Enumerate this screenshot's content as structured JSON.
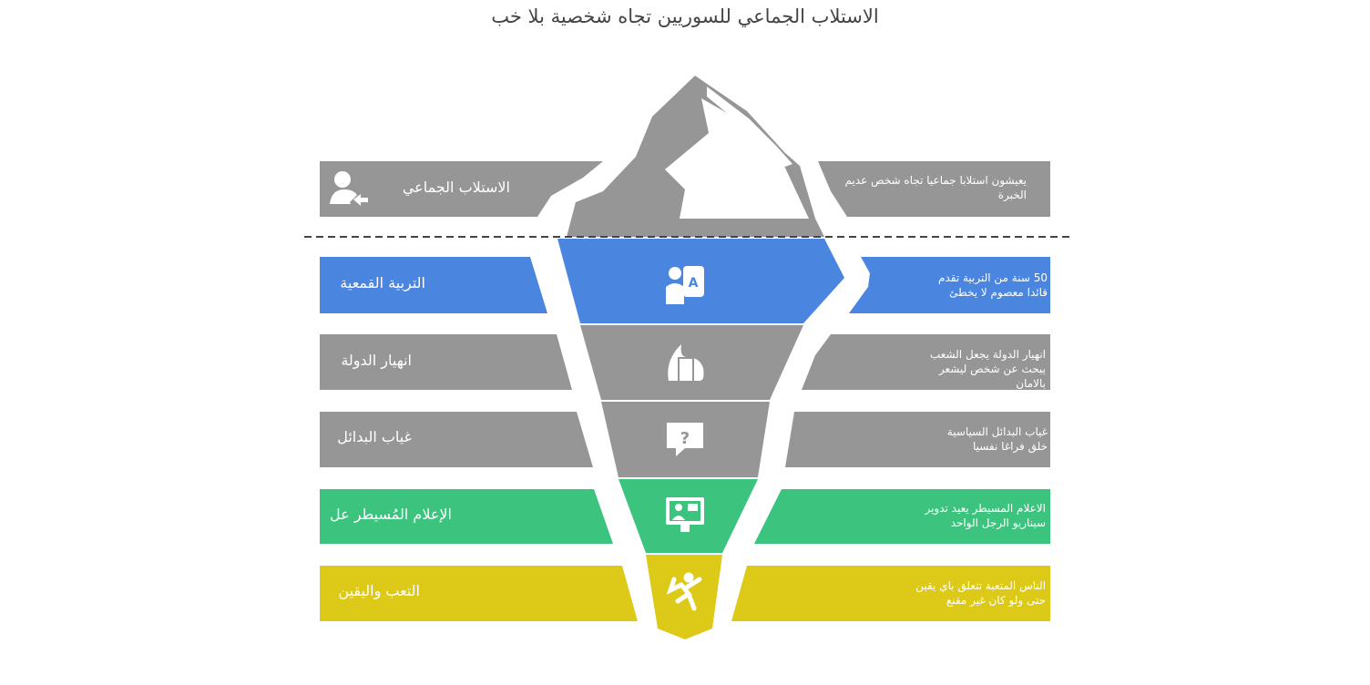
{
  "title": "الاستلاب الجماعي للسوريين تجاه شخصية بلا خب",
  "colors": {
    "grey": "#969696",
    "blue": "#4a86e0",
    "green": "#3cc47f",
    "yellow": "#dcc918"
  },
  "rows": [
    {
      "label": "الاستلاب الجماعي",
      "description": "يعيشون استلابا جماعيا تجاه شخص عديم الخبرة",
      "icon": "user-arrow-icon",
      "color": "grey"
    },
    {
      "label": "التربية القمعية",
      "description": "50 سنة من التربية تقدم قائدا معصوم لا يخطئ",
      "icon": "teacher-board-icon",
      "color": "blue"
    },
    {
      "label": "انهيار الدولة",
      "description": "انهيار الدولة يجعل الشعب يبحث عن شخص ليشعر بالامان",
      "icon": "burning-building-icon",
      "color": "grey"
    },
    {
      "label": "غياب البدائل",
      "description": "غياب البدائل السياسية خلق فراغا نفسيا",
      "icon": "question-bubble-icon",
      "color": "grey"
    },
    {
      "label": "الإعلام المُسيطر عل",
      "description": "الاعلام المسيطر يعيد تدوير سيناريو الرجل الواحد",
      "icon": "presentation-screen-icon",
      "color": "green"
    },
    {
      "label": "التعب واليقين",
      "description": "الناس المتعبة تتعلق باي يقين حتى ولو كان غير مقنع",
      "icon": "climbing-person-icon",
      "color": "yellow"
    }
  ]
}
